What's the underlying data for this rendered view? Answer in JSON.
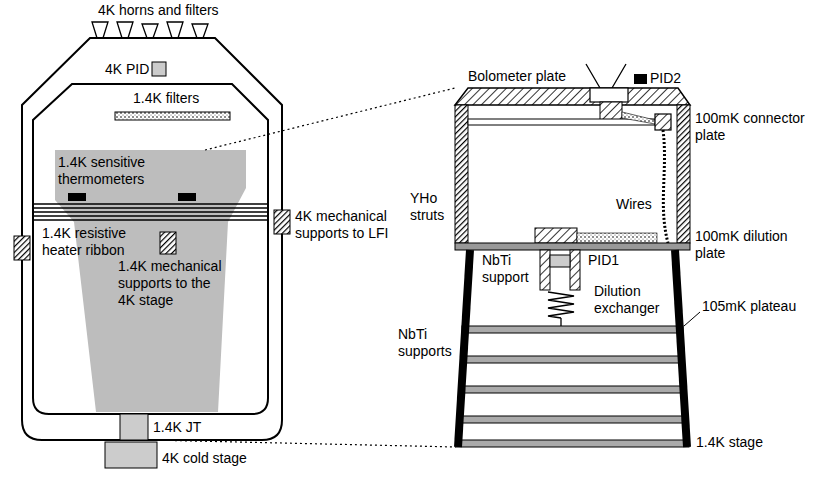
{
  "diagram": {
    "labels": [
      "4K horns and filters",
      "4K PID",
      "1.4K filters",
      "1.4K sensitive thermometers",
      "4K mechanical supports to LFI",
      "1.4K resistive heater ribbon",
      "1.4K mechanical supports to the 4K stage",
      "1.4K JT",
      "4K cold stage",
      "Bolometer plate",
      "PID2",
      "100mK connector plate",
      "YHo struts",
      "Wires",
      "100mK dilution plate",
      "NbTi support",
      "PID1",
      "Dilution exchanger",
      "105mK plateau",
      "NbTi supports",
      "1.4K stage"
    ]
  }
}
